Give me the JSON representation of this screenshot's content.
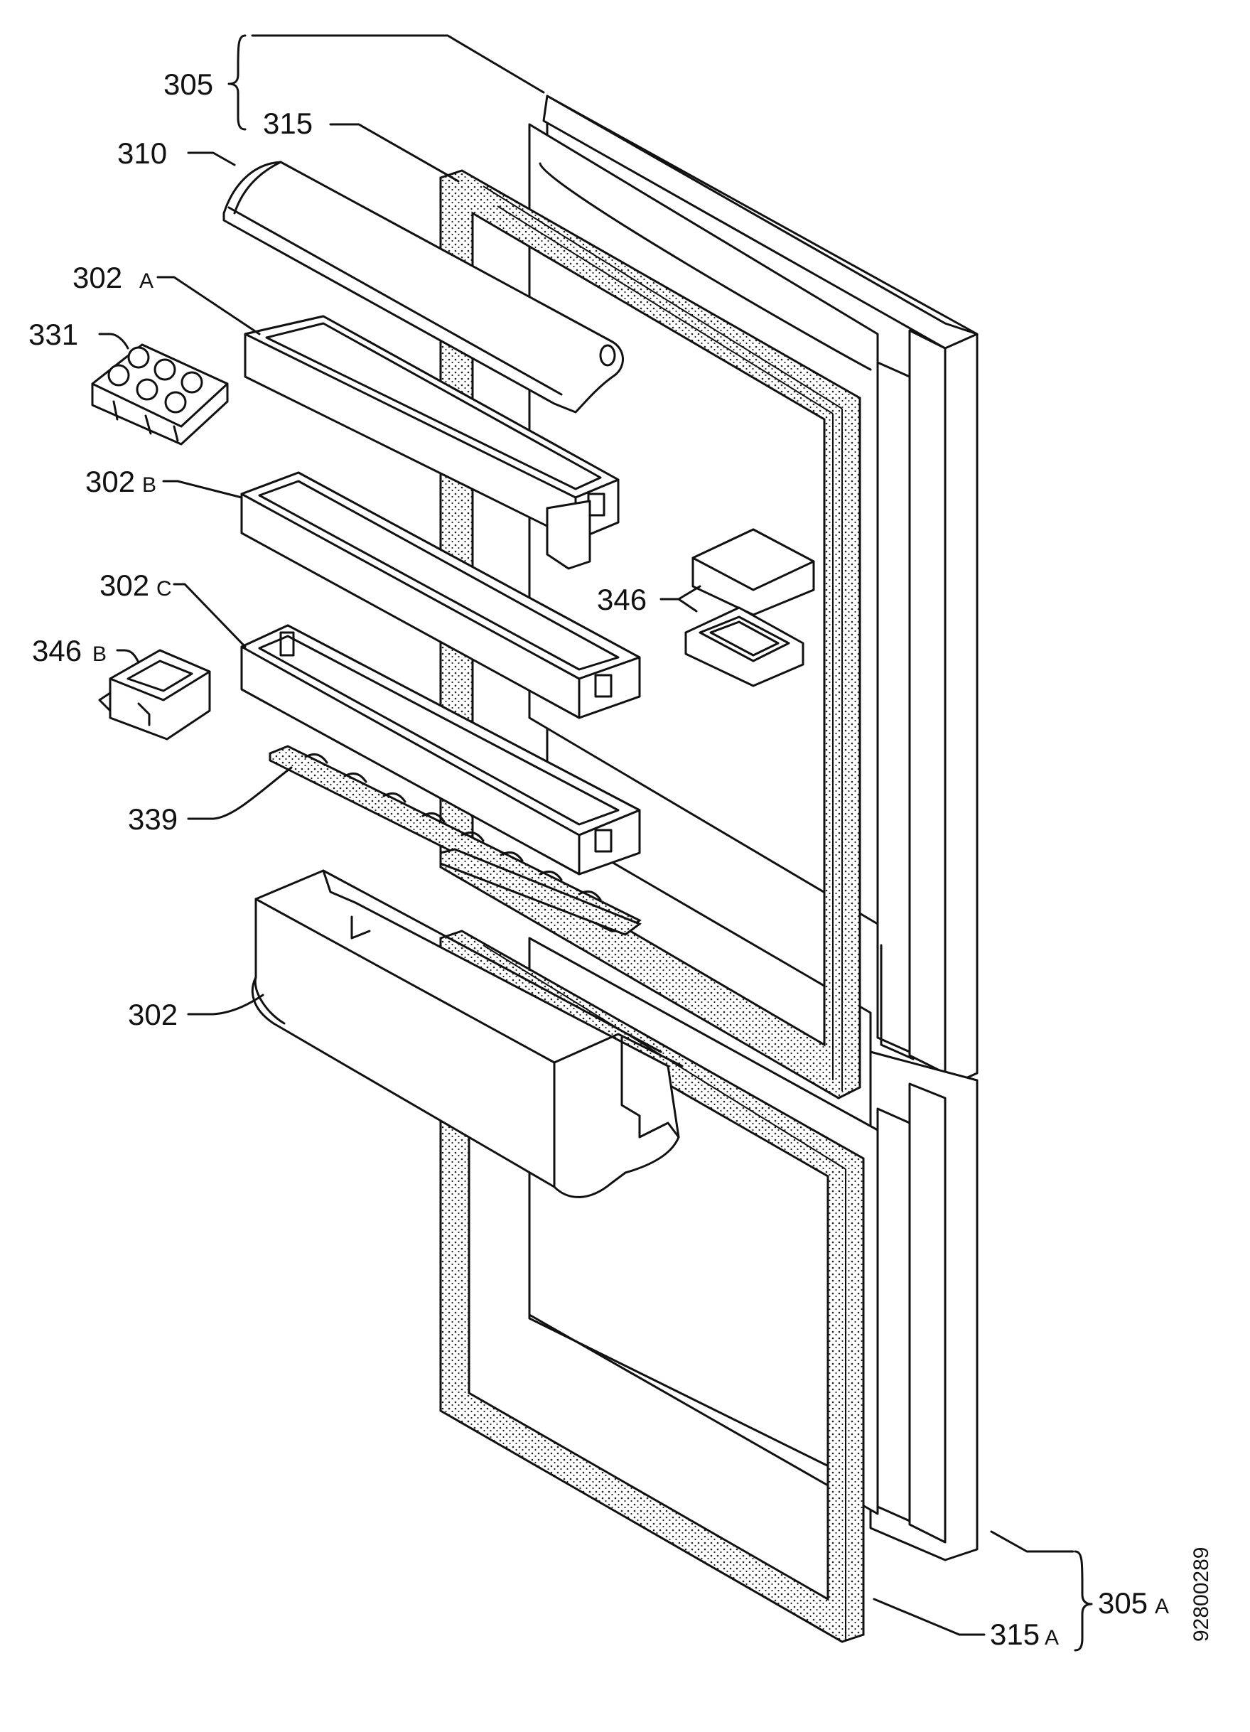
{
  "labels": {
    "l305": "305",
    "l315": "315",
    "l310": "310",
    "l302a": "302",
    "l302a_suffix": "A",
    "l331": "331",
    "l302b": "302",
    "l302b_suffix": "B",
    "l302c": "302",
    "l302c_suffix": "C",
    "l346": "346",
    "l346b": "346",
    "l346b_suffix": "B",
    "l339": "339",
    "l302": "302",
    "l305a": "305",
    "l305a_suffix": "A",
    "l315a": "315",
    "l315a_suffix": "A"
  },
  "document_id": "92800289",
  "colors": {
    "line": "#111111",
    "paper": "#ffffff"
  }
}
